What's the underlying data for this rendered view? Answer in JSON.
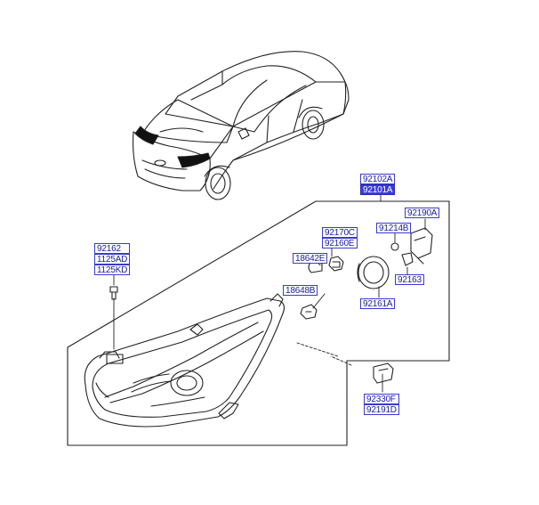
{
  "diagram": {
    "group_labels": {
      "assembly": [
        "92102A",
        "92101A"
      ],
      "bracket_screws": [
        "92162",
        "1125AD",
        "1125KD"
      ],
      "bulb_socket": [
        "92170C",
        "92160E"
      ],
      "connector": [
        "92330F",
        "92191D"
      ]
    },
    "part_labels": {
      "actuator": "92190A",
      "cap_small": "91214B",
      "bulb_a": "18642E",
      "bulb_b": "18648B",
      "clip": "92163",
      "dust_cap": "92161A"
    },
    "colors": {
      "label_border": "#3a3ad0",
      "label_text": "#1a1a9a",
      "selected_bg": "#3b3bd8",
      "line": "#222222"
    }
  }
}
